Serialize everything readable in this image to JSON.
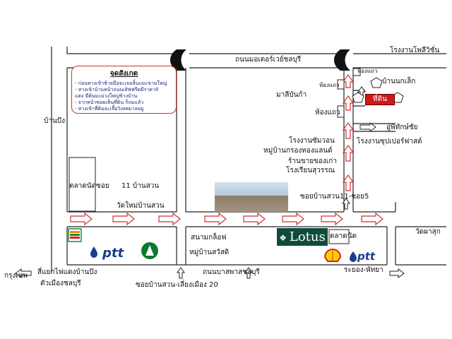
{
  "map": {
    "roads": {
      "motorway_top": "ถนนมอเตอร์เวย์ชลบุรี",
      "bangna_road": "ถนนบาสพาสชลบุรี",
      "soi_bansuan_leang_mueang": "ซอยบ้านสวน-เลี่ยงเมือง  20",
      "soi_bansuan_11_5": "ซอยบ้านสวน11-ซอย5",
      "bangkok": "กรุงเทพ",
      "rayong_pattaya": "ระยอง-พัทยา",
      "ban_bueng": "บ้านบึง",
      "intersection": "สี่แยกไฟแดงบ้านบึง",
      "chonburi_city": "ตัวเมืองชลบุรี"
    },
    "places": {
      "polyclinic_factory": "โรงงานโพลีวิชั่น",
      "ban_nok_lek": "บ้านนกเล็ก",
      "row_house_1": "ห้องแถว",
      "row_house_2": "ห้องแถว",
      "row_house_3": "ห้องแถว",
      "target": "ที่ดิน",
      "mali_bunkham": "มาลีบันก้า",
      "garage": "อู่พิทักษ์ชัย",
      "sumwon_factory": "โรงงานซัมวอน",
      "krungthong_land": "หมู่บ้านกรองทองแลนด์",
      "antique_shop": "ร้านขายของเก่า",
      "school": "โรงเรียนสุวรรณ",
      "superfast_factory": "โรงงานซุปเปอร์ฟาสต์",
      "talad_nadsoi": "ตลาดนัดซอย",
      "soi_11_bansuan": "11 บ้านสวน",
      "wat_mai_bansuan": "วัดใหม่บ้านสวน",
      "golf_course": "สนามกล็อฟ",
      "sawasdi_village": "หมู่บ้านสวัสดิ",
      "market": "ตลาดนัด",
      "wat_phasuk": "วัดผาสุก"
    },
    "notes": {
      "title": "จุดสังเกต",
      "lines": [
        "- ก่อนทางเข้าซ้ายมือจะเจอลิ้นแมะขามใหญ่",
        "- ทางเข้าบ้านหน้าถนนเสิฟฟรีดมีราคาลิ",
        "  แดง   มีต้นมะม่วงใหญ่ข้างบ้าน",
        "- จากหน้าซอยเห็นที่ดิน   ก็ถมแล้ว",
        "- ทางเข้าที่ดินจะเลี้ยวิเทคมาลอยู"
      ]
    },
    "brands": {
      "lotus": "Lotus",
      "ptt_1": "ptt",
      "ptt_2": "ptt"
    },
    "colors": {
      "arrow_red": "#d32f2f",
      "notes_border": "#c0392b",
      "target_red": "#d01818",
      "lotus_green": "#0f4b3c",
      "ptt_blue": "#1a3d8f",
      "seven_green": "#1b8a3c",
      "seven_orange": "#f28c00",
      "shell_yellow": "#ffd200",
      "shell_red": "#dd1d21",
      "kbank_green": "#0a7a2f"
    }
  }
}
